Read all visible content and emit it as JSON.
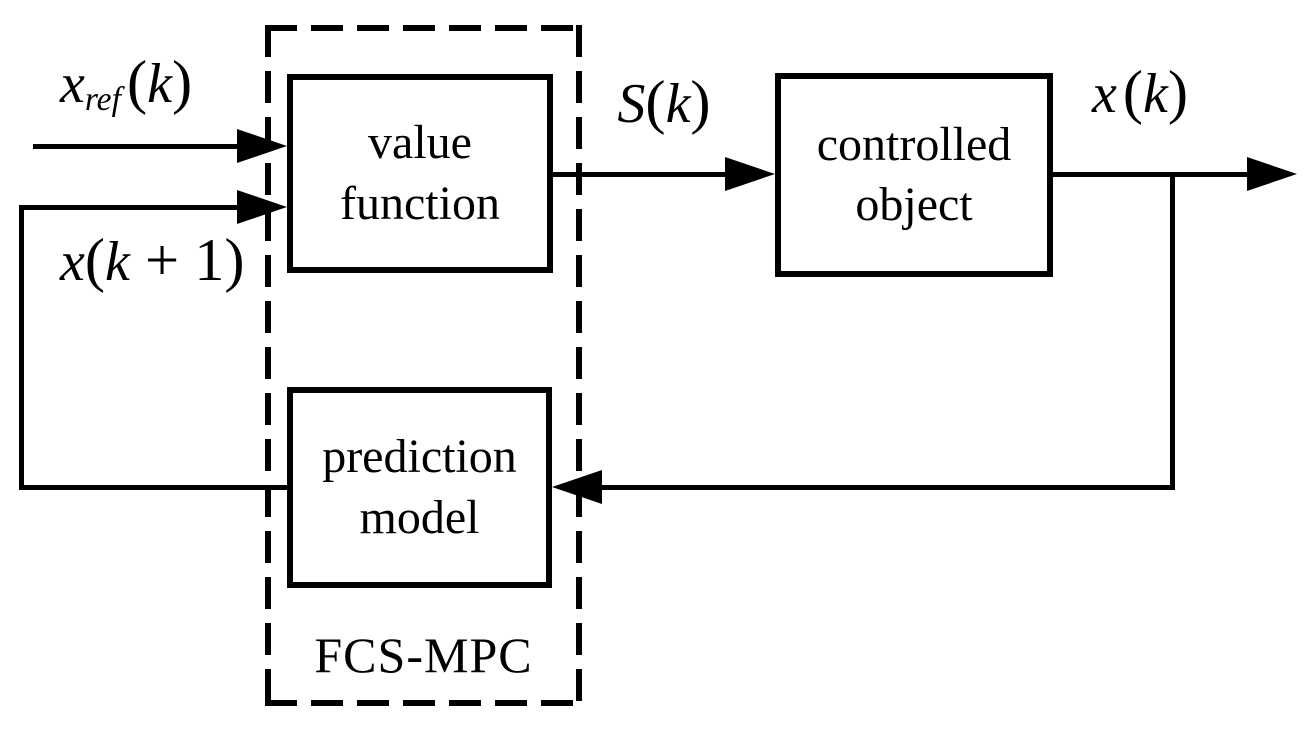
{
  "colors": {
    "ink": "#000000",
    "background": "#ffffff"
  },
  "diagram": {
    "group_label": "FCS-MPC",
    "blocks": {
      "value_function": {
        "line1": "value",
        "line2": "function"
      },
      "controlled_object": {
        "line1": "controlled",
        "line2": "object"
      },
      "prediction_model": {
        "line1": "prediction",
        "line2": "model"
      }
    },
    "signals": {
      "xref": {
        "base": "x",
        "sub": "ref",
        "open": "(",
        "arg": "k",
        "close": ")"
      },
      "xk1": {
        "base": "x",
        "open": "(",
        "arg": "k",
        "close": " + 1)"
      },
      "sk": {
        "base": "S",
        "open": "(",
        "arg": "k",
        "close": ")"
      },
      "xk": {
        "base": "x",
        "open": "(",
        "arg": "k",
        "close": ")"
      }
    }
  }
}
